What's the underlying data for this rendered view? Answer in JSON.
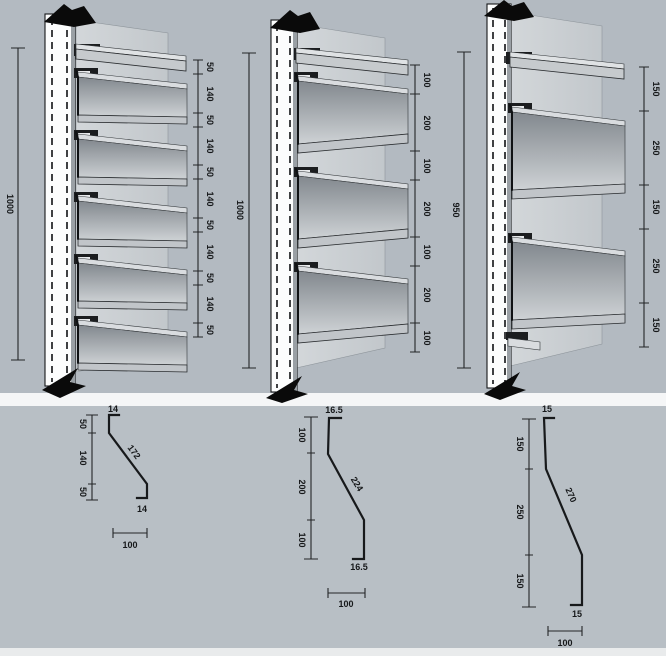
{
  "panels": [
    {
      "height_label": "1000",
      "right_dims": [
        "50",
        "140",
        "50",
        "140",
        "50",
        "140",
        "50",
        "140",
        "50",
        "140",
        "50"
      ]
    },
    {
      "height_label": "1000",
      "right_dims": [
        "100",
        "200",
        "100",
        "200",
        "100",
        "200",
        "100"
      ]
    },
    {
      "height_label": "950",
      "right_dims": [
        "150",
        "250",
        "150",
        "250",
        "150"
      ]
    }
  ],
  "profiles": [
    {
      "vertical_dims": [
        "50",
        "140",
        "50"
      ],
      "top_lip": "14",
      "bottom_lip": "14",
      "length_label": "172",
      "scale_label": "100"
    },
    {
      "vertical_dims": [
        "100",
        "200",
        "100"
      ],
      "top_lip": "16.5",
      "bottom_lip": "16.5",
      "length_label": "224",
      "scale_label": "100"
    },
    {
      "vertical_dims": [
        "150",
        "250",
        "150"
      ],
      "top_lip": "15",
      "bottom_lip": "15",
      "length_label": "270",
      "scale_label": "100"
    }
  ],
  "colors": {
    "background_top": "#b3bac1",
    "background_bottom": "#b8bfc5",
    "divider": "#f5f6f7",
    "line": "#17191b",
    "wall": "#cbd0d4",
    "blade_dark": "#82888e",
    "blade_light": "#ced2d5",
    "mullion": "#fcfdfd"
  }
}
